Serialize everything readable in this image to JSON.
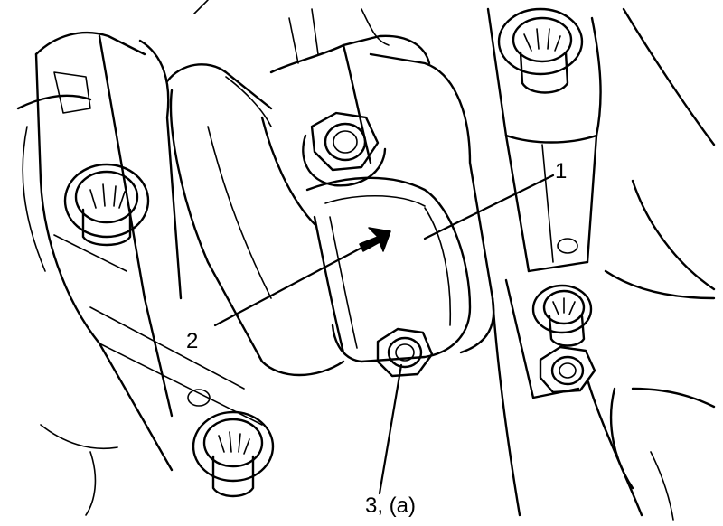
{
  "callouts": {
    "c1": "1",
    "c2": "2",
    "c3": "3, (a)"
  },
  "colors": {
    "line": "#000000",
    "background": "#ffffff"
  }
}
